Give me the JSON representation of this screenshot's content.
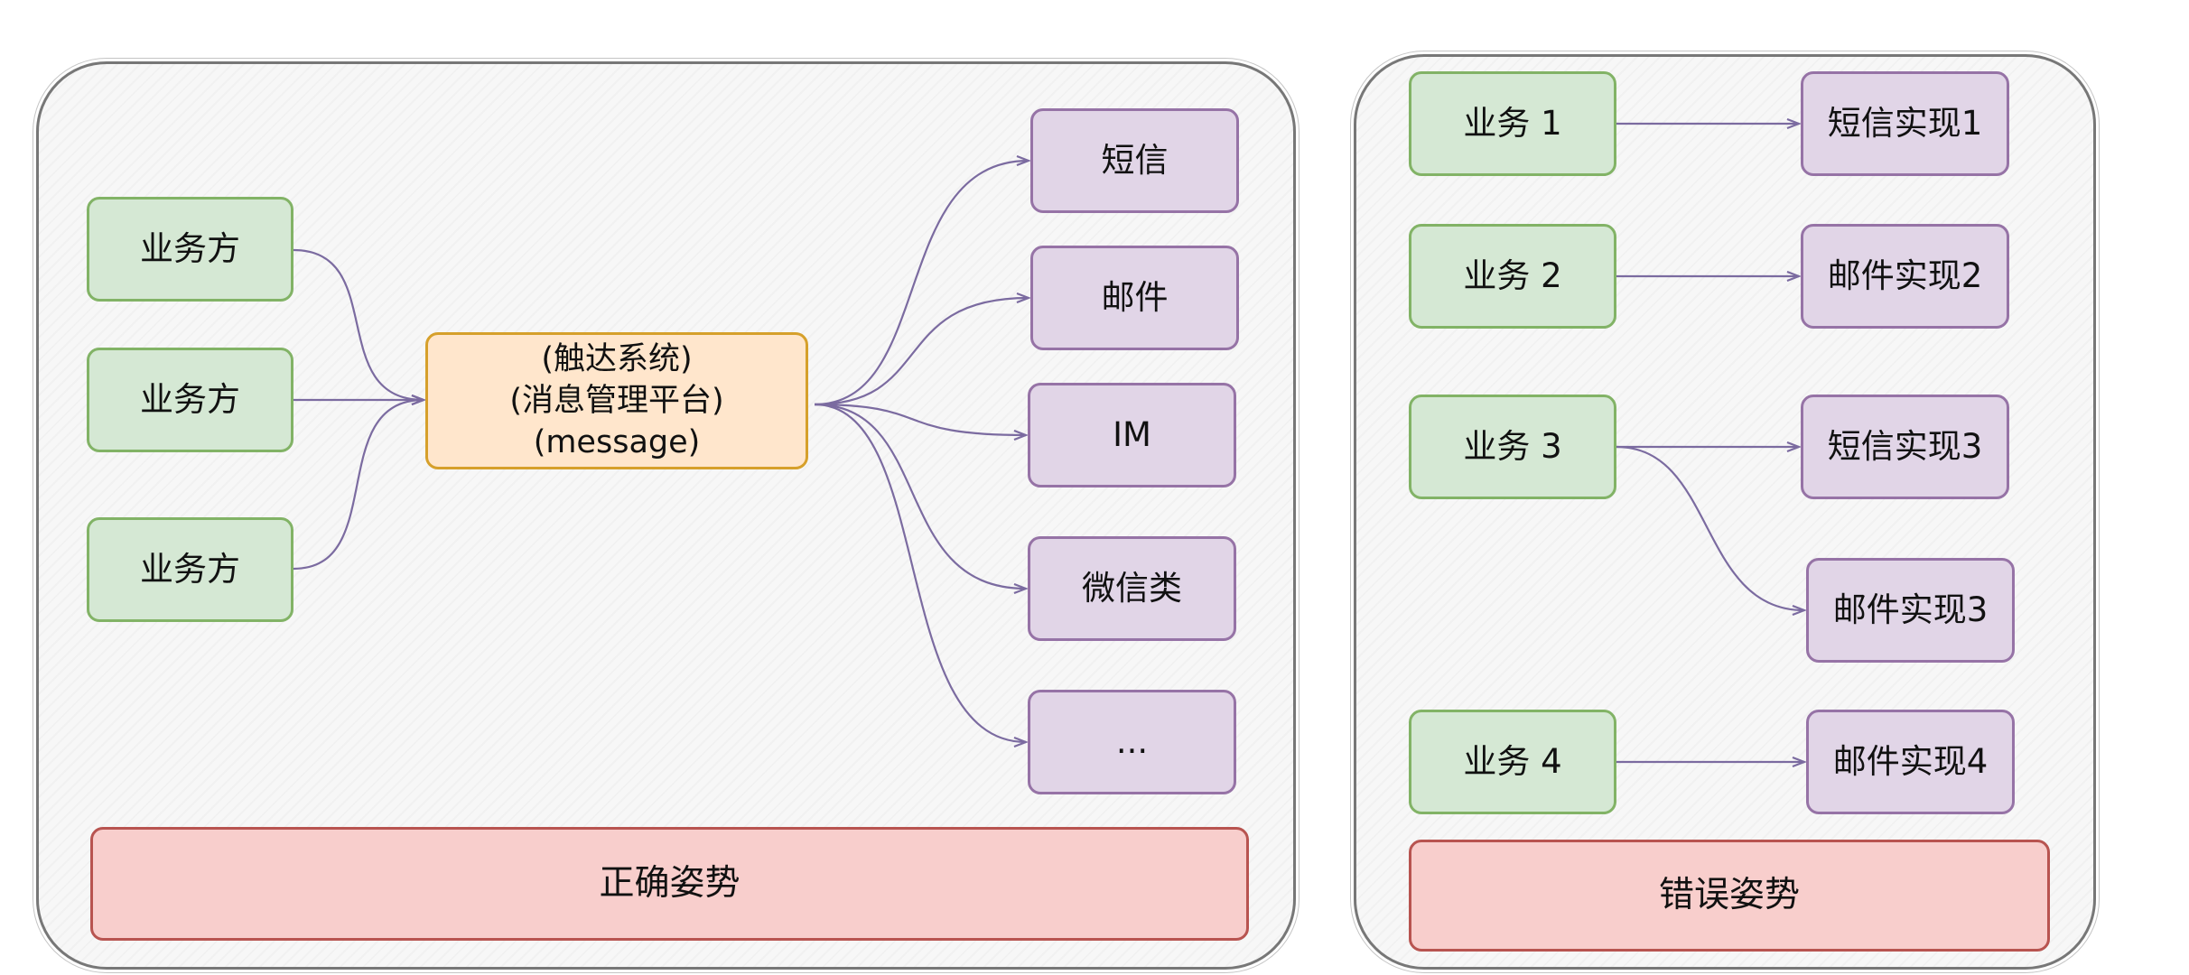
{
  "left": {
    "callers": [
      "业务方",
      "业务方",
      "业务方"
    ],
    "hub": [
      "(触达系统)",
      "(消息管理平台)",
      "(message)"
    ],
    "channels": [
      "短信",
      "邮件",
      "IM",
      "微信类",
      "..."
    ],
    "caption": "正确姿势"
  },
  "right": {
    "services": [
      "业务 1",
      "业务 2",
      "业务 3",
      "业务 4"
    ],
    "implementations": [
      "短信实现1",
      "邮件实现2",
      "短信实现3",
      "邮件实现3",
      "邮件实现4"
    ],
    "caption": "错误姿势"
  },
  "colors": {
    "caller_fill": "#d5e8d4",
    "caller_stroke": "#82b366",
    "channel_fill": "#e1d5e7",
    "channel_stroke": "#9673a6",
    "hub_fill": "#ffe6cc",
    "hub_stroke": "#d6a02b",
    "caption_fill": "#f8cecc",
    "caption_stroke": "#b85450",
    "connector": "#7b6ba0"
  }
}
